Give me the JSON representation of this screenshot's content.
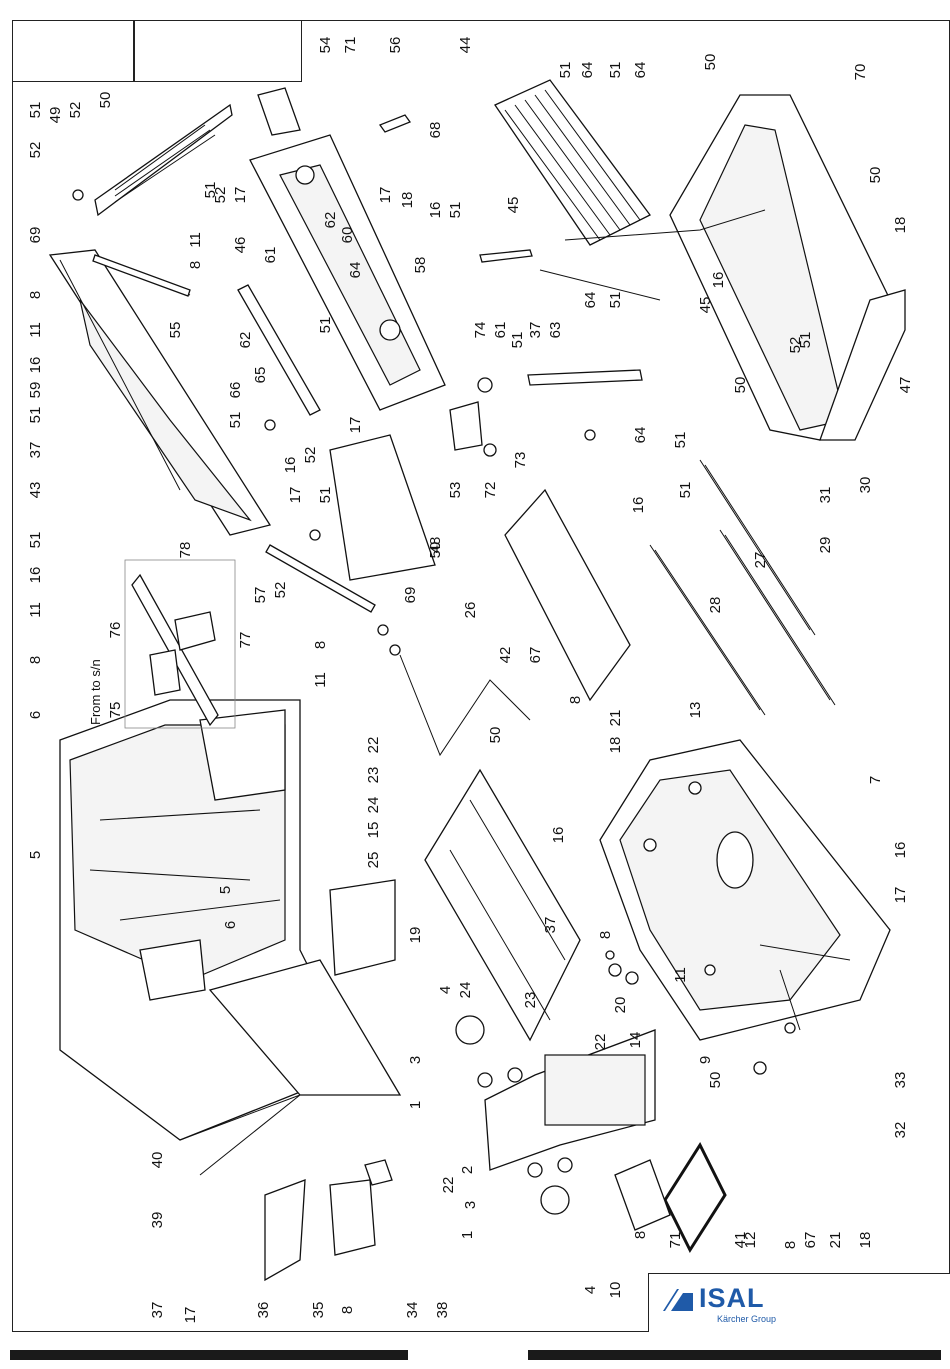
{
  "sheet": {
    "title_cells": [
      "",
      ""
    ],
    "logo": {
      "word": "ISAL",
      "subtitle": "Kärcher Group",
      "brand_color": "#1f5aa8"
    },
    "inset_note": "From to s/n"
  },
  "parts": [
    {
      "n": "1"
    },
    {
      "n": "2"
    },
    {
      "n": "3"
    },
    {
      "n": "4"
    },
    {
      "n": "5"
    },
    {
      "n": "6"
    },
    {
      "n": "7"
    },
    {
      "n": "8"
    },
    {
      "n": "9"
    },
    {
      "n": "10"
    },
    {
      "n": "11"
    },
    {
      "n": "12"
    },
    {
      "n": "13"
    },
    {
      "n": "14"
    },
    {
      "n": "15"
    },
    {
      "n": "16"
    },
    {
      "n": "17"
    },
    {
      "n": "18"
    },
    {
      "n": "19"
    },
    {
      "n": "20"
    },
    {
      "n": "21"
    },
    {
      "n": "22"
    },
    {
      "n": "23"
    },
    {
      "n": "24"
    },
    {
      "n": "25"
    },
    {
      "n": "26"
    },
    {
      "n": "27"
    },
    {
      "n": "28"
    },
    {
      "n": "29"
    },
    {
      "n": "30"
    },
    {
      "n": "31"
    },
    {
      "n": "32"
    },
    {
      "n": "33"
    },
    {
      "n": "34"
    },
    {
      "n": "35"
    },
    {
      "n": "36"
    },
    {
      "n": "37"
    },
    {
      "n": "38"
    },
    {
      "n": "39"
    },
    {
      "n": "40"
    },
    {
      "n": "41"
    },
    {
      "n": "42"
    },
    {
      "n": "43"
    },
    {
      "n": "44"
    },
    {
      "n": "45"
    },
    {
      "n": "46"
    },
    {
      "n": "47"
    },
    {
      "n": "48"
    },
    {
      "n": "49"
    },
    {
      "n": "50"
    },
    {
      "n": "51"
    },
    {
      "n": "52"
    },
    {
      "n": "53"
    },
    {
      "n": "54"
    },
    {
      "n": "55"
    },
    {
      "n": "56"
    },
    {
      "n": "57"
    },
    {
      "n": "58"
    },
    {
      "n": "59"
    },
    {
      "n": "60"
    },
    {
      "n": "61"
    },
    {
      "n": "62"
    },
    {
      "n": "63"
    },
    {
      "n": "64"
    },
    {
      "n": "65"
    },
    {
      "n": "66"
    },
    {
      "n": "67"
    },
    {
      "n": "68"
    },
    {
      "n": "69"
    },
    {
      "n": "70"
    },
    {
      "n": "71"
    },
    {
      "n": "72"
    },
    {
      "n": "73"
    },
    {
      "n": "74"
    },
    {
      "n": "75"
    },
    {
      "n": "76"
    },
    {
      "n": "77"
    },
    {
      "n": "78"
    }
  ]
}
